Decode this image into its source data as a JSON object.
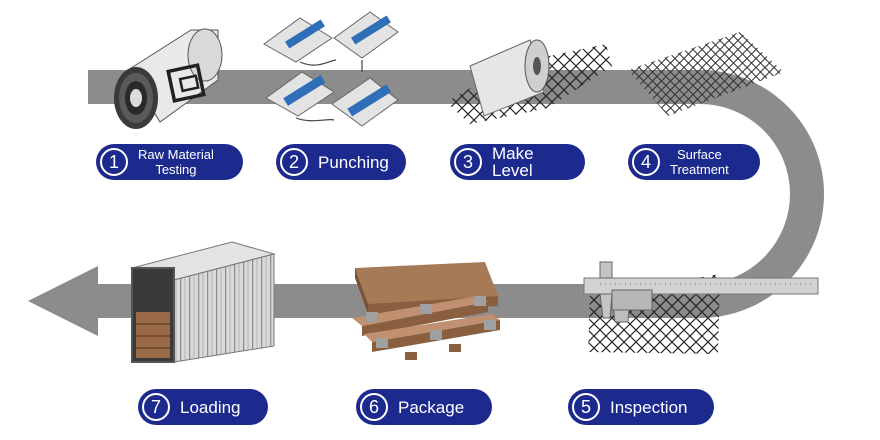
{
  "colors": {
    "track": "#8c8c8c",
    "badge": "#1c2a8e",
    "badge_text": "#ffffff"
  },
  "steps": [
    {
      "num": "1",
      "line1": "Raw Material",
      "line2": "Testing",
      "icon": "raw-material-coil-icon"
    },
    {
      "num": "2",
      "line1": "Punching",
      "icon": "punching-machine-icon"
    },
    {
      "num": "3",
      "line1": "Make Level",
      "icon": "mesh-roll-icon"
    },
    {
      "num": "4",
      "line1": "Surface",
      "line2": "Treatment",
      "icon": "mesh-sheet-icon"
    },
    {
      "num": "5",
      "line1": "Inspection",
      "icon": "caliper-mesh-icon"
    },
    {
      "num": "6",
      "line1": "Package",
      "icon": "wooden-pallet-icon"
    },
    {
      "num": "7",
      "line1": "Loading",
      "icon": "shipping-container-icon"
    }
  ]
}
